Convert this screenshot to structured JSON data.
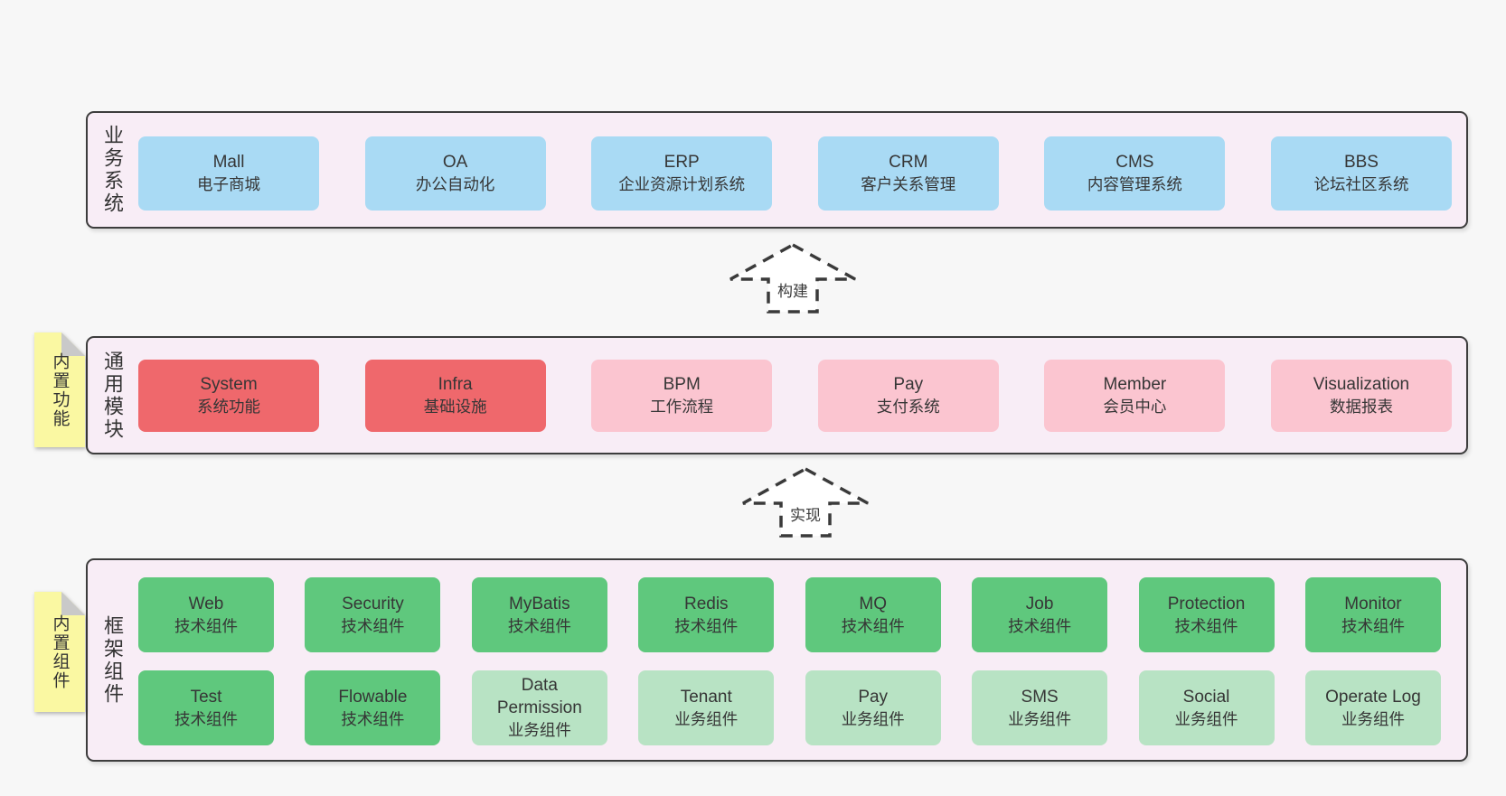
{
  "colors": {
    "page_bg": "#f7f7f7",
    "section_bg": "#f8edf6",
    "section_border": "#3d3d3d",
    "box_blue": "#a9daf4",
    "box_red": "#ef686c",
    "box_pink": "#fbc5d0",
    "box_green": "#5fc87d",
    "box_green_light": "#b8e3c4",
    "sticky_yellow": "#faf8a2",
    "sticky_fold_gray": "#c9c9c9",
    "text": "#363636"
  },
  "arrows": [
    {
      "label": "构建"
    },
    {
      "label": "实现"
    }
  ],
  "stickies": [
    {
      "label": "内置功能"
    },
    {
      "label": "内置组件"
    }
  ],
  "sections": [
    {
      "id": "business-systems",
      "vlabel": "业务系统",
      "rows": [
        [
          {
            "title": "Mall",
            "subtitle": "电子商城"
          },
          {
            "title": "OA",
            "subtitle": "办公自动化"
          },
          {
            "title": "ERP",
            "subtitle": "企业资源计划系统"
          },
          {
            "title": "CRM",
            "subtitle": "客户关系管理"
          },
          {
            "title": "CMS",
            "subtitle": "内容管理系统"
          },
          {
            "title": "BBS",
            "subtitle": "论坛社区系统"
          }
        ]
      ]
    },
    {
      "id": "common-modules",
      "vlabel": "通用模块",
      "rows": [
        [
          {
            "title": "System",
            "subtitle": "系统功能"
          },
          {
            "title": "Infra",
            "subtitle": "基础设施"
          },
          {
            "title": "BPM",
            "subtitle": "工作流程"
          },
          {
            "title": "Pay",
            "subtitle": "支付系统"
          },
          {
            "title": "Member",
            "subtitle": "会员中心"
          },
          {
            "title": "Visualization",
            "subtitle": "数据报表"
          }
        ]
      ]
    },
    {
      "id": "framework-components",
      "vlabel": "框架组件",
      "rows": [
        [
          {
            "title": "Web",
            "subtitle": "技术组件"
          },
          {
            "title": "Security",
            "subtitle": "技术组件"
          },
          {
            "title": "MyBatis",
            "subtitle": "技术组件"
          },
          {
            "title": "Redis",
            "subtitle": "技术组件"
          },
          {
            "title": "MQ",
            "subtitle": "技术组件"
          },
          {
            "title": "Job",
            "subtitle": "技术组件"
          },
          {
            "title": "Protection",
            "subtitle": "技术组件"
          },
          {
            "title": "Monitor",
            "subtitle": "技术组件"
          }
        ],
        [
          {
            "title": "Test",
            "subtitle": "技术组件"
          },
          {
            "title": "Flowable",
            "subtitle": "技术组件"
          },
          {
            "title": "Data Permission",
            "subtitle": "业务组件"
          },
          {
            "title": "Tenant",
            "subtitle": "业务组件"
          },
          {
            "title": "Pay",
            "subtitle": "业务组件"
          },
          {
            "title": "SMS",
            "subtitle": "业务组件"
          },
          {
            "title": "Social",
            "subtitle": "业务组件"
          },
          {
            "title": "Operate Log",
            "subtitle": "业务组件"
          }
        ]
      ]
    }
  ]
}
